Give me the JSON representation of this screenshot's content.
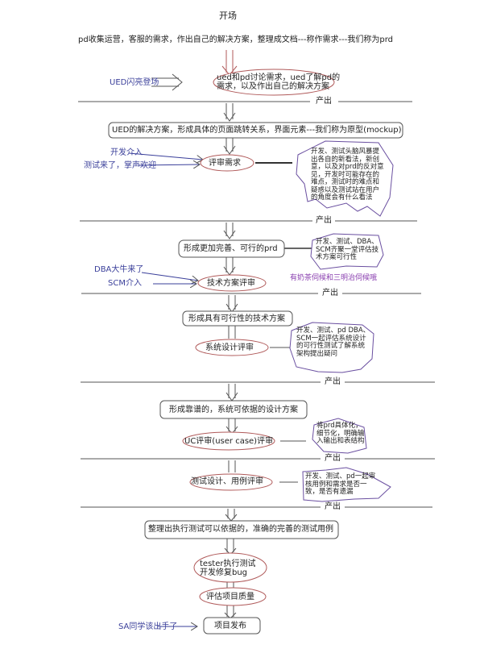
{
  "title": "开场",
  "intro": "pd收集运营，客服的需求，作出自己的解决方案，整理成文档---称作需求---我们称为prd",
  "divider_label": "产出",
  "actors": {
    "ued": "UED闪亮登场",
    "dev": "开发介入",
    "test": "测试来了，掌声欢迎",
    "dba": "DBA大牛来了",
    "scm": "SCM介入",
    "sa": "SA同学该出手了"
  },
  "steps": {
    "ued_discuss_1": "ued和pd讨论需求，ued了解pd的",
    "ued_discuss_2": "需求，以及作出自己的解决方案",
    "mockup": "UED的解决方案，形成具体的页面跳转关系，界面元素---我们称为原型(mockup)",
    "review_req": "评审需求",
    "better_prd": "形成更加完善、可行的prd",
    "tech_review": "技术方案评审",
    "tech_plan": "形成具有可行性的技术方案",
    "sys_review": "系统设计评审",
    "design_plan": "形成靠谱的，系统可依据的设计方案",
    "uc_review": "UC评审(user case)评审",
    "test_design": "测试设计、用例评审",
    "test_cases": "整理出执行测试可以依据的，准确的完善的测试用例",
    "exec_1": "tester执行测试",
    "exec_2": "开发修复bug",
    "quality": "评估项目质量",
    "release": "项目发布"
  },
  "notes": {
    "brainstorm": "开发、测试头脑风暴提出各自的新看法，新创意，以及对prd的反对意见，开发时可能存在的难点，测试时的难点和疑惑以及测试站在用户的角度会有什么看法",
    "tech_eval": "开发、测试、DBA、SCM齐聚一堂评估技术方案可行性",
    "snacks": "有奶茶伺候和三明治伺候哦",
    "sys_eval": "开发、测试、pd DBA、SCM一起评估系统设计的可行性测试了解系统架构提出疑问",
    "uc_detail": "将prd具体化，细节化，明确输入输出和表结构",
    "case_check": "开发、测试、pd一起审核用例和需求是否一致，是否有遗漏"
  },
  "colors": {
    "ellipse": "#b05a5a",
    "arrow": "#555555",
    "cloud": "#6a4fa0",
    "actor": "#3a3f9a"
  }
}
